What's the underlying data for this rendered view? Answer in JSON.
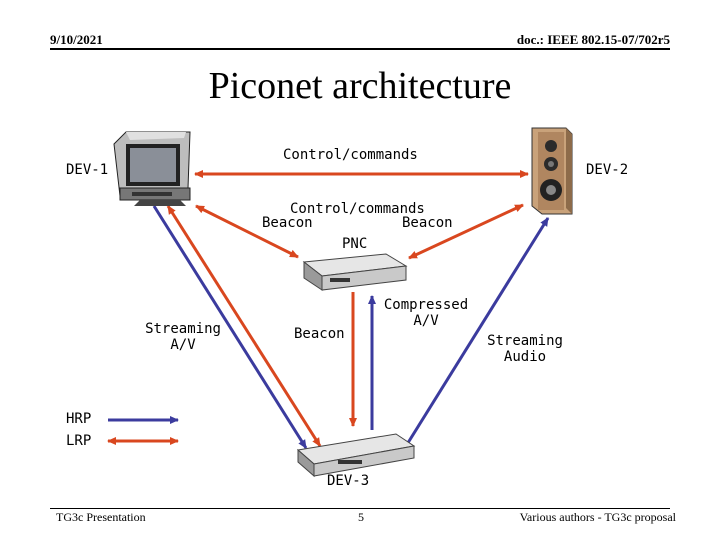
{
  "header": {
    "date": "9/10/2021",
    "doc": "doc.: IEEE 802.15-07/702r5"
  },
  "title": "Piconet architecture",
  "labels": {
    "dev1": "DEV-1",
    "dev2": "DEV-2",
    "dev3": "DEV-3",
    "pnc": "PNC",
    "control_top": "Control/commands",
    "control_mid": "Control/commands",
    "beacon_left": "Beacon",
    "beacon_right": "Beacon",
    "beacon_center": "Beacon",
    "streaming_av_1": "Streaming",
    "streaming_av_2": "A/V",
    "compressed_1": "Compressed",
    "compressed_2": "A/V",
    "streaming_audio_1": "Streaming",
    "streaming_audio_2": "Audio"
  },
  "legend": {
    "hrp": "HRP",
    "lrp": "LRP"
  },
  "colors": {
    "hrp": "#3b3b9e",
    "lrp": "#d9471f"
  },
  "footer": {
    "left": "TG3c Presentation",
    "page": "5",
    "right": "Various authors - TG3c proposal"
  }
}
